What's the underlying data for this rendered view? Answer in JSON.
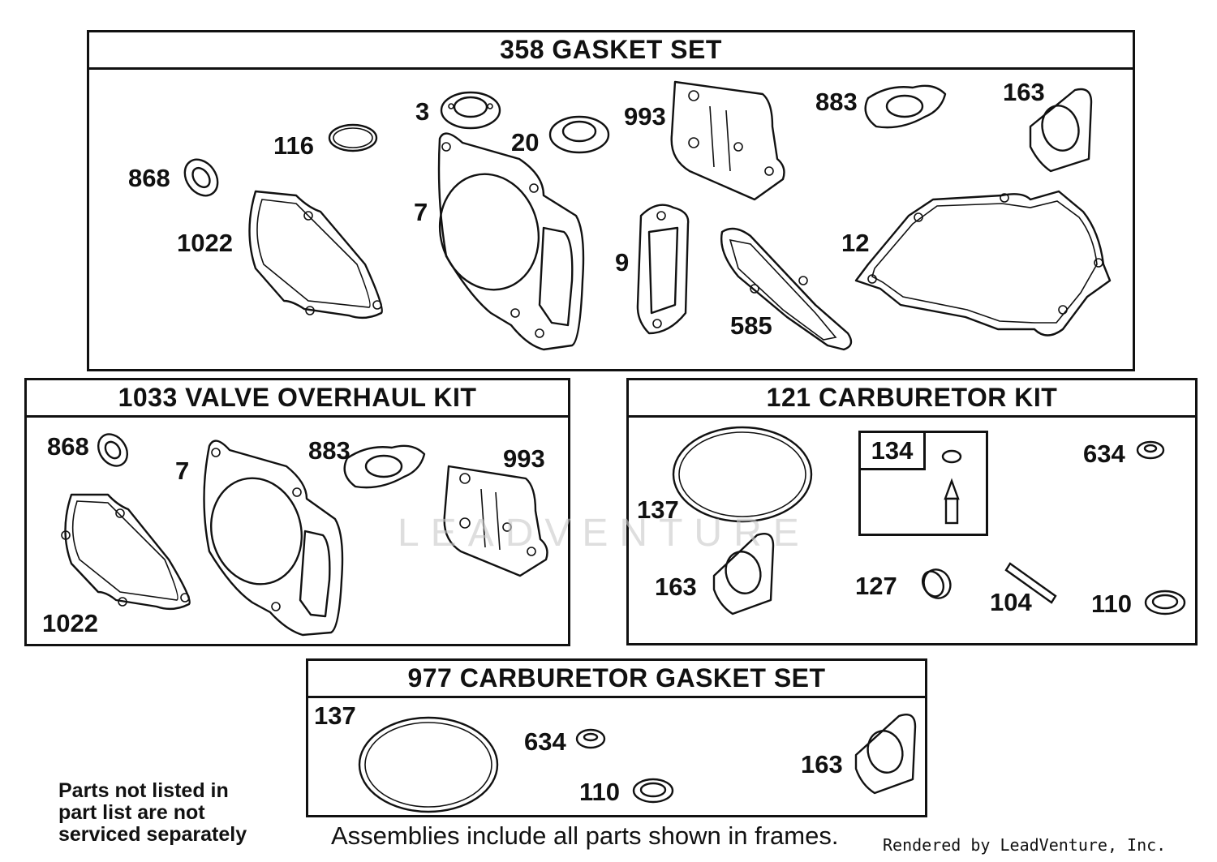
{
  "kits": {
    "gasket_set": {
      "title": "358 GASKET SET",
      "callouts": [
        "868",
        "116",
        "3",
        "20",
        "993",
        "883",
        "163",
        "1022",
        "7",
        "9",
        "585",
        "12"
      ]
    },
    "valve_overhaul_kit": {
      "title": "1033 VALVE OVERHAUL KIT",
      "callouts": [
        "868",
        "7",
        "883",
        "993",
        "1022"
      ]
    },
    "carburetor_kit": {
      "title": "121 CARBURETOR KIT",
      "subkit_label": "134",
      "callouts": [
        "137",
        "634",
        "163",
        "127",
        "104",
        "110"
      ]
    },
    "carburetor_gasket_set": {
      "title": "977 CARBURETOR  GASKET SET",
      "callouts": [
        "137",
        "634",
        "110",
        "163"
      ]
    }
  },
  "notes": {
    "left_line1": "Parts not listed in",
    "left_line2": "part list are not",
    "left_line3": "serviced separately",
    "bottom": "Assemblies include all parts shown in frames.",
    "credit": "Rendered by LeadVenture, Inc."
  },
  "watermark": "LEADVENTURE",
  "colors": {
    "line": "#111111",
    "background": "#ffffff",
    "watermark": "#c9c9c9"
  }
}
